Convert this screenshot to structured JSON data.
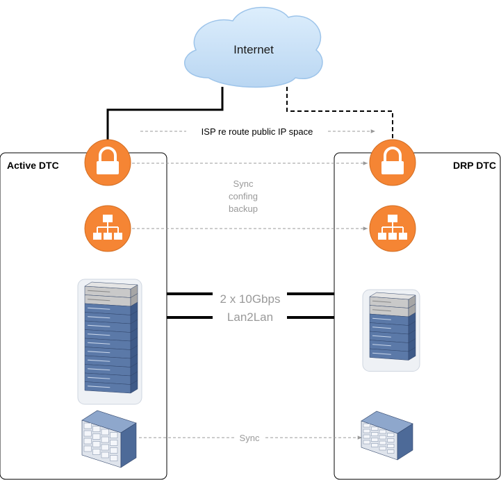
{
  "cloud": {
    "label": "Internet"
  },
  "isp_note": {
    "label": "ISP re route public IP space"
  },
  "sites": {
    "active": {
      "label": "Active DTC"
    },
    "drp": {
      "label": "DRP DTC"
    }
  },
  "sync_config": {
    "lines": [
      "Sync",
      "confing",
      "backup"
    ]
  },
  "link": {
    "lines": [
      "2 x 10Gbps",
      "Lan2Lan"
    ]
  },
  "storage_sync": {
    "label": "Sync"
  },
  "colors": {
    "orange": "#f58534",
    "cloud_fill": "#cfe4f8",
    "cloud_stroke": "#9dc4ea",
    "dashed_arrow": "#999999",
    "muted_text": "#999999",
    "server_blue": "#5b79a8",
    "server_gray": "#c7c7c7"
  },
  "icons": {
    "firewall": "lock-icon",
    "load_balancer": "hierarchy-icon",
    "server_rack": "server-rack-icon",
    "storage": "storage-array-icon"
  }
}
